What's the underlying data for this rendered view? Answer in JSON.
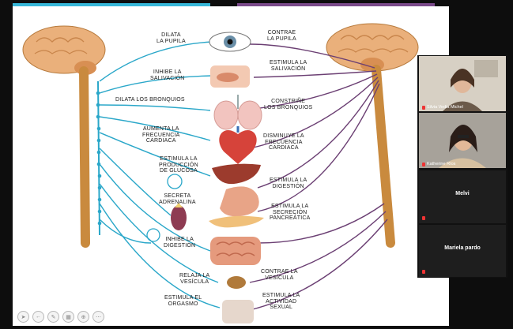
{
  "slide": {
    "labels_left": [
      {
        "id": "dilata_pupila",
        "text": "DILATA\nLA PUPILA"
      },
      {
        "id": "inhibe_salivacion",
        "text": "INHIBE LA\nSALIVACIÓN"
      },
      {
        "id": "dilata_bronquios",
        "text": "DILATA LOS BRONQUIOS"
      },
      {
        "id": "aumenta_frecuencia",
        "text": "AUMENTA LA\nFRECUENCIA\nCARDIACA"
      },
      {
        "id": "estimula_glucosa",
        "text": "ESTIMULA LA\nPRODUCCIÓN\nDE GLUCOSA"
      },
      {
        "id": "secreta_adrenalina",
        "text": "SECRETA\nADRENALINA"
      },
      {
        "id": "inhibe_digestion",
        "text": "INHIBE LA\nDIGESTIÓN"
      },
      {
        "id": "relaja_vesicula",
        "text": "RELAJA LA\nVESÍCULA"
      },
      {
        "id": "estimula_orgasmo",
        "text": "ESTIMULA EL\nORGASMO"
      }
    ],
    "labels_right": [
      {
        "id": "contrae_pupila",
        "text": "CONTRAE\nLA PUPILA"
      },
      {
        "id": "estimula_salivacion",
        "text": "ESTIMULA LA\nSALIVACIÓN"
      },
      {
        "id": "constrine_bronquios",
        "text": "CONSTRIÑE\nLOS BRONQUIOS"
      },
      {
        "id": "disminuye_frecuencia",
        "text": "DISMINUYE LA\nFRECUENCIA\nCARDIACA"
      },
      {
        "id": "estimula_digestion",
        "text": "ESTIMULA LA\nDIGESTIÓN"
      },
      {
        "id": "estimula_pancreatica",
        "text": "ESTIMULA LA\nSECRECIÓN\nPANCREÁTICA"
      },
      {
        "id": "contrae_vesicula",
        "text": "CONTRAE LA\nVESÍCULA"
      },
      {
        "id": "estimula_sexual",
        "text": "ESTIMULA LA\nACTIVIDAD\nSEXUAL"
      }
    ],
    "colors": {
      "sympathetic": "#2aa7c9",
      "parasympathetic": "#6b3f73",
      "nerve": "#c98a3e",
      "brain": "#e9b27c"
    }
  },
  "participants": [
    {
      "name": "Silvia Vedia Michel",
      "video": true,
      "muted": true
    },
    {
      "name": "Katherine Ríos",
      "video": true,
      "muted": true
    },
    {
      "name": "Melvi",
      "video": false,
      "muted": true
    },
    {
      "name": "Mariela pardo",
      "video": false,
      "muted": true
    }
  ],
  "toolbar_icons": [
    "pointer-icon",
    "back-icon",
    "pen-icon",
    "grid-icon",
    "zoom-icon",
    "more-icon"
  ]
}
